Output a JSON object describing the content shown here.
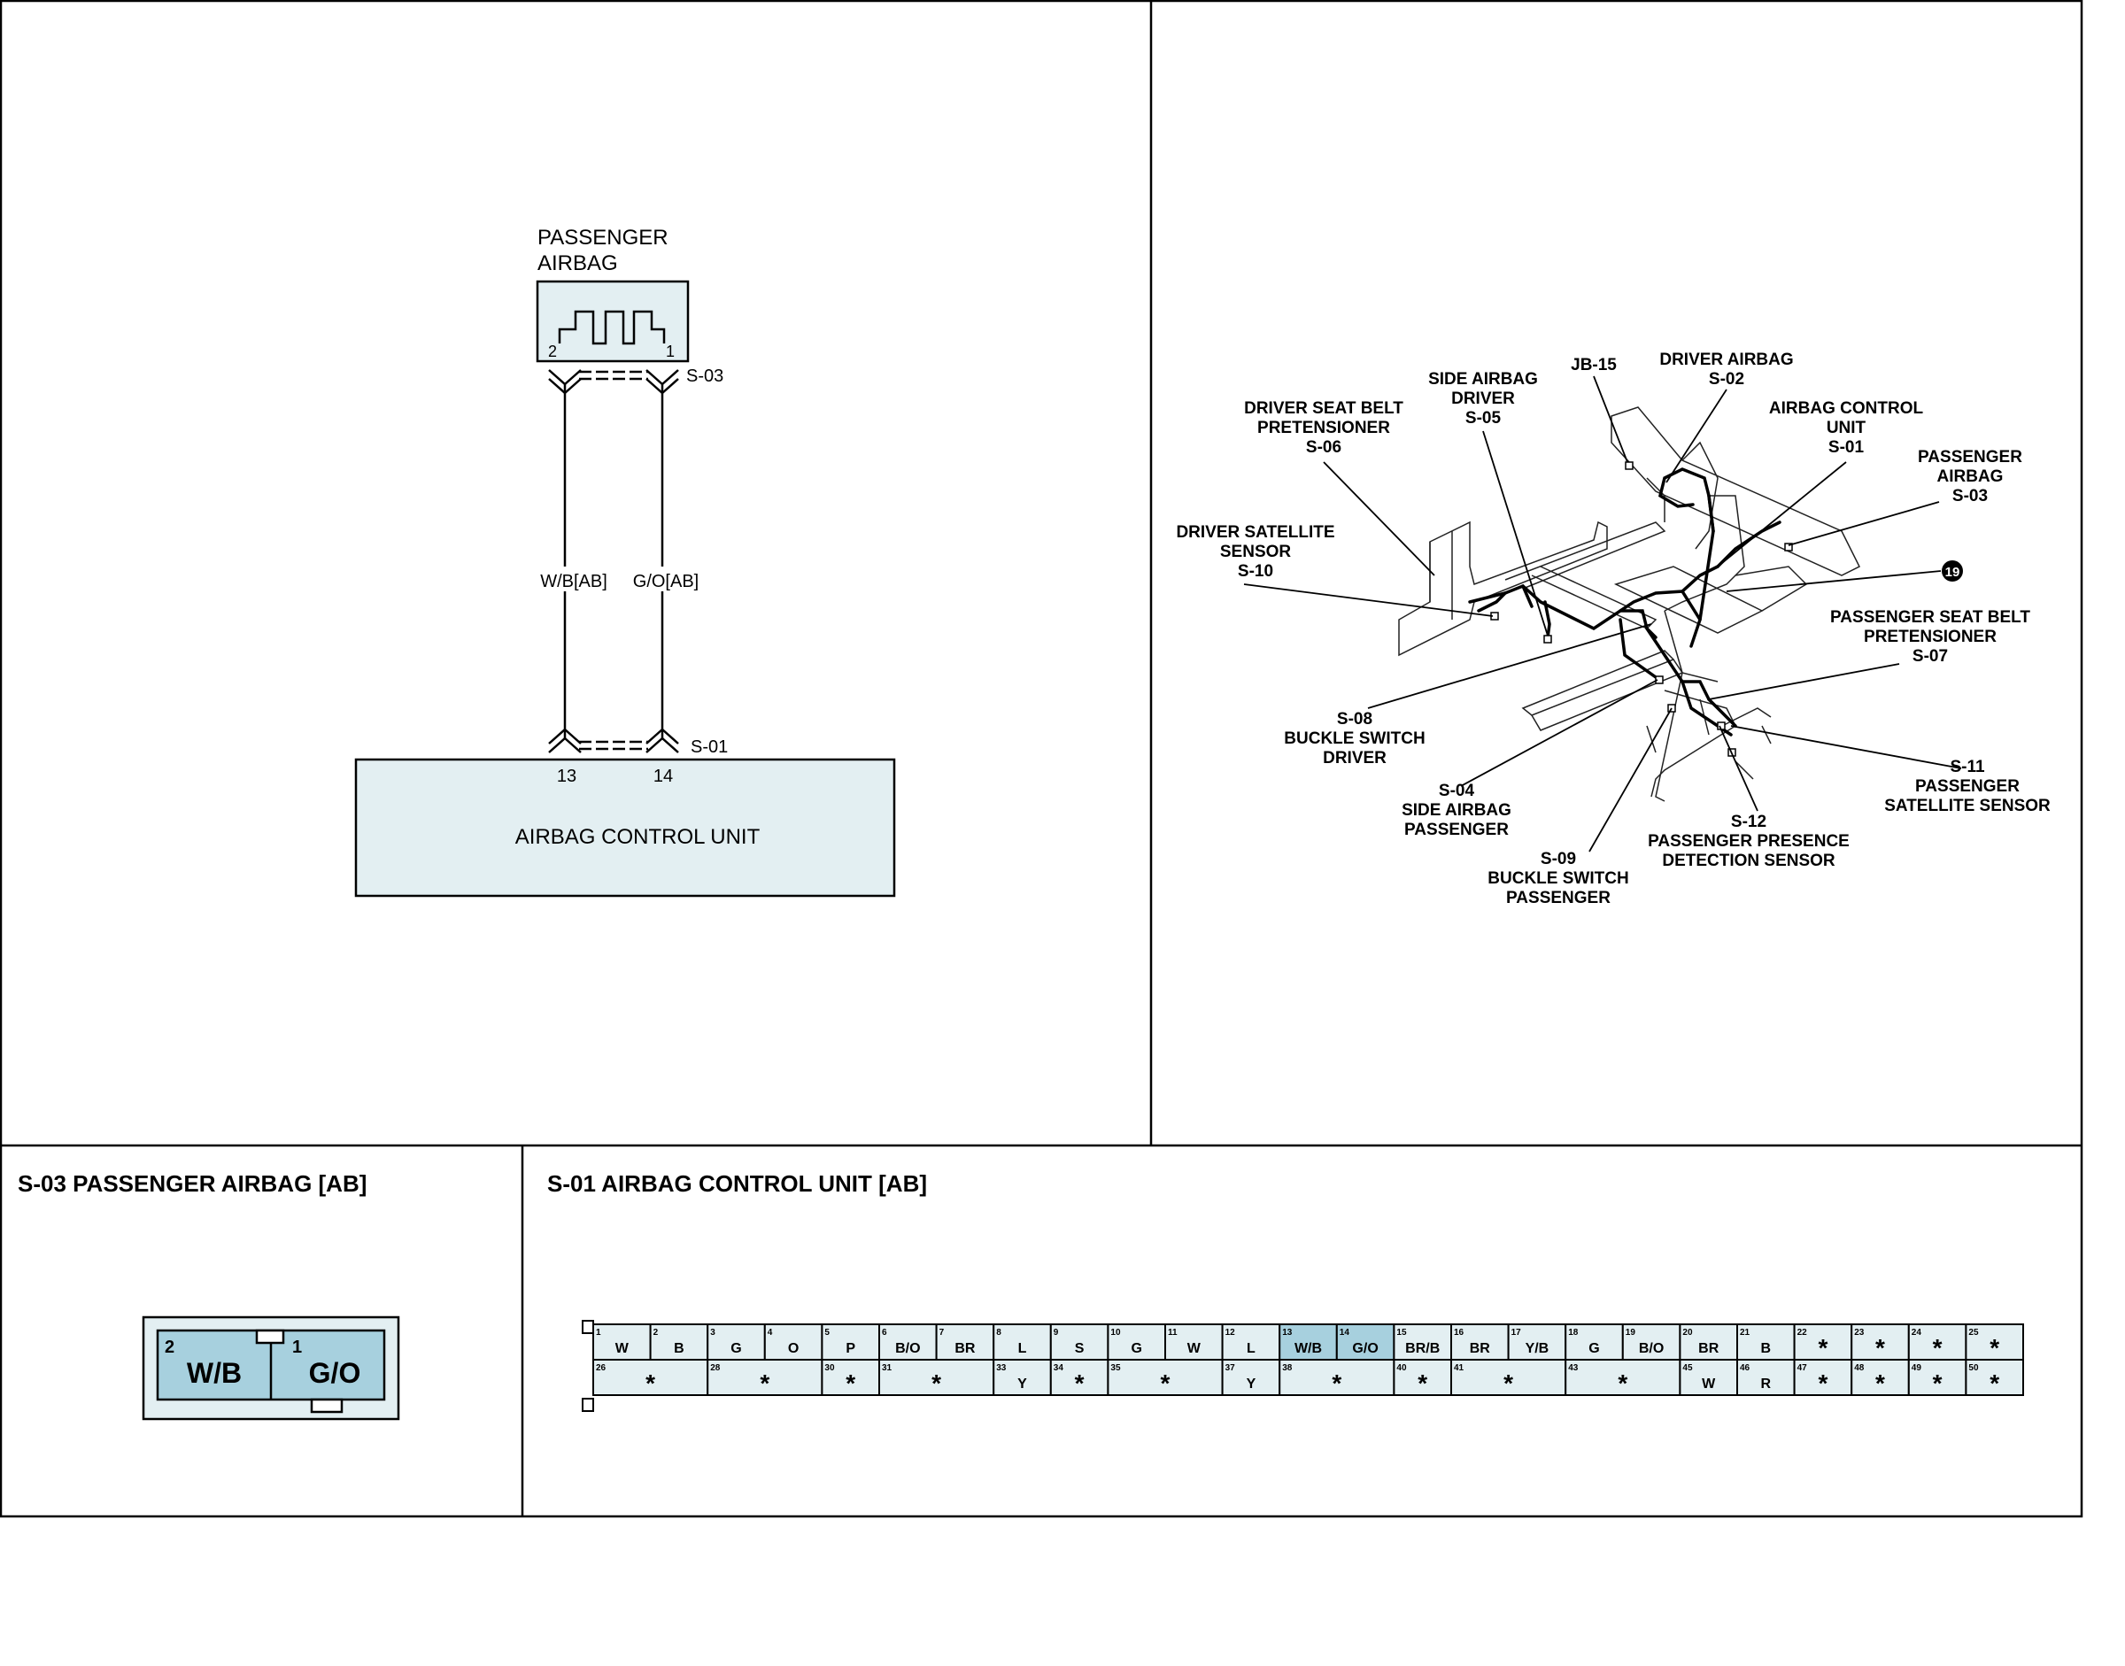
{
  "schematic": {
    "component_top": {
      "title_line1": "PASSENGER",
      "title_line2": "AIRBAG",
      "pin_left": "2",
      "pin_right": "1",
      "connector": "S-03"
    },
    "wires": [
      {
        "label": "W/B[AB]"
      },
      {
        "label": "G/O[AB]"
      }
    ],
    "component_bottom": {
      "title": "AIRBAG CONTROL UNIT",
      "pin_left": "13",
      "pin_right": "14",
      "connector": "S-01"
    }
  },
  "locator": {
    "callouts": [
      {
        "id": "jb15",
        "lines": [
          "JB-15"
        ]
      },
      {
        "id": "driver-airbag",
        "lines": [
          "DRIVER AIRBAG",
          "S-02"
        ]
      },
      {
        "id": "side-airbag-driver",
        "lines": [
          "SIDE AIRBAG",
          "DRIVER",
          "S-05"
        ]
      },
      {
        "id": "driver-seat-belt",
        "lines": [
          "DRIVER SEAT BELT",
          "PRETENSIONER",
          "S-06"
        ]
      },
      {
        "id": "airbag-control-unit",
        "lines": [
          "AIRBAG CONTROL",
          "UNIT",
          "S-01"
        ]
      },
      {
        "id": "passenger-airbag",
        "lines": [
          "PASSENGER",
          "AIRBAG",
          "S-03"
        ]
      },
      {
        "id": "driver-satellite",
        "lines": [
          "DRIVER SATELLITE",
          "SENSOR",
          "S-10"
        ]
      },
      {
        "id": "passenger-seat-belt",
        "lines": [
          "PASSENGER SEAT BELT",
          "PRETENSIONER",
          "S-07"
        ]
      },
      {
        "id": "buckle-switch-driver",
        "lines": [
          "S-08",
          "BUCKLE SWITCH",
          "DRIVER"
        ]
      },
      {
        "id": "side-airbag-passenger",
        "lines": [
          "S-04",
          "SIDE AIRBAG",
          "PASSENGER"
        ]
      },
      {
        "id": "passenger-satellite",
        "lines": [
          "S-11",
          "PASSENGER",
          "SATELLITE SENSOR"
        ]
      },
      {
        "id": "passenger-presence",
        "lines": [
          "S-12",
          "PASSENGER PRESENCE",
          "DETECTION SENSOR"
        ]
      },
      {
        "id": "buckle-switch-passenger",
        "lines": [
          "S-09",
          "BUCKLE SWITCH",
          "PASSENGER"
        ]
      }
    ],
    "ground_marker": "19"
  },
  "connector_s03": {
    "title": "S-03 PASSENGER AIRBAG [AB]",
    "pins": [
      {
        "num": "2",
        "wire": "W/B"
      },
      {
        "num": "1",
        "wire": "G/O"
      }
    ]
  },
  "connector_s01": {
    "title": "S-01 AIRBAG CONTROL UNIT [AB]",
    "top_row": [
      {
        "n": "1",
        "w": "W"
      },
      {
        "n": "2",
        "w": "B"
      },
      {
        "n": "3",
        "w": "G"
      },
      {
        "n": "4",
        "w": "O"
      },
      {
        "n": "5",
        "w": "P"
      },
      {
        "n": "6",
        "w": "B/O"
      },
      {
        "n": "7",
        "w": "BR"
      },
      {
        "n": "8",
        "w": "L"
      },
      {
        "n": "9",
        "w": "S"
      },
      {
        "n": "10",
        "w": "G"
      },
      {
        "n": "11",
        "w": "W"
      },
      {
        "n": "12",
        "w": "L"
      },
      {
        "n": "13",
        "w": "W/B",
        "hl": true
      },
      {
        "n": "14",
        "w": "G/O",
        "hl": true
      },
      {
        "n": "15",
        "w": "BR/B"
      },
      {
        "n": "16",
        "w": "BR"
      },
      {
        "n": "17",
        "w": "Y/B"
      },
      {
        "n": "18",
        "w": "G"
      },
      {
        "n": "19",
        "w": "B/O"
      },
      {
        "n": "20",
        "w": "BR"
      },
      {
        "n": "21",
        "w": "B"
      },
      {
        "n": "22",
        "w": "*"
      },
      {
        "n": "23",
        "w": "*"
      },
      {
        "n": "24",
        "w": "*"
      },
      {
        "n": "25",
        "w": "*"
      }
    ],
    "bottom_row": [
      {
        "n": "26",
        "w": "*",
        "span": 2
      },
      {
        "n": "28",
        "w": "*",
        "span": 2
      },
      {
        "n": "30",
        "w": "*",
        "span": 1
      },
      {
        "n": "31",
        "w": "*",
        "span": 2
      },
      {
        "n": "33",
        "w": "Y",
        "span": 1
      },
      {
        "n": "34",
        "w": "*",
        "span": 1
      },
      {
        "n": "35",
        "w": "*",
        "span": 2
      },
      {
        "n": "37",
        "w": "Y",
        "span": 1
      },
      {
        "n": "38",
        "w": "*",
        "span": 2
      },
      {
        "n": "40",
        "w": "*",
        "span": 1
      },
      {
        "n": "41",
        "w": "*",
        "span": 2
      },
      {
        "n": "43",
        "w": "*",
        "span": 2
      },
      {
        "n": "45",
        "w": "W",
        "span": 1
      },
      {
        "n": "46",
        "w": "R",
        "span": 1
      },
      {
        "n": "47",
        "w": "*",
        "span": 1
      },
      {
        "n": "48",
        "w": "*",
        "span": 1
      },
      {
        "n": "49",
        "w": "*",
        "span": 1
      },
      {
        "n": "50",
        "w": "*",
        "span": 1
      }
    ]
  },
  "colors": {
    "component_fill": "#e3eff2",
    "connector_fill": "#a7d0de",
    "highlight": "#a7d0de"
  }
}
